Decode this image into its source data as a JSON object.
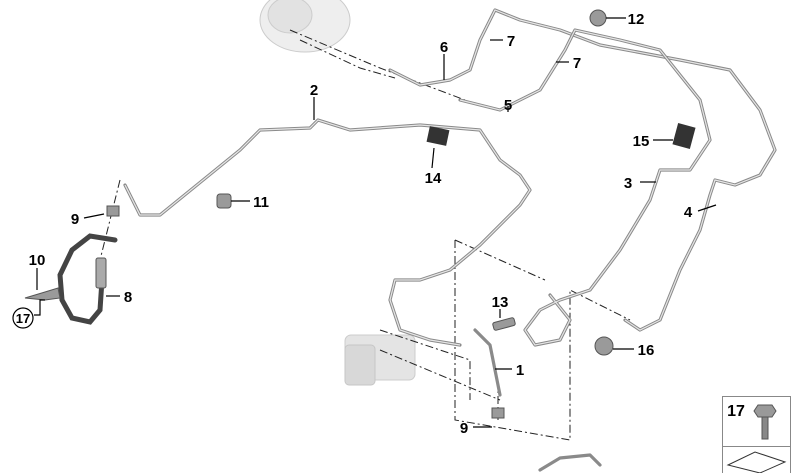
{
  "callouts": {
    "p1": "1",
    "p2": "2",
    "p3": "3",
    "p4": "4",
    "p5": "5",
    "p6": "6",
    "p7a": "7",
    "p7b": "7",
    "p8": "8",
    "p9a": "9",
    "p9b": "9",
    "p10": "10",
    "p11": "11",
    "p12": "12",
    "p13": "13",
    "p14": "14",
    "p15": "15",
    "p16": "16",
    "p17circle": "17",
    "p17box": "17"
  }
}
